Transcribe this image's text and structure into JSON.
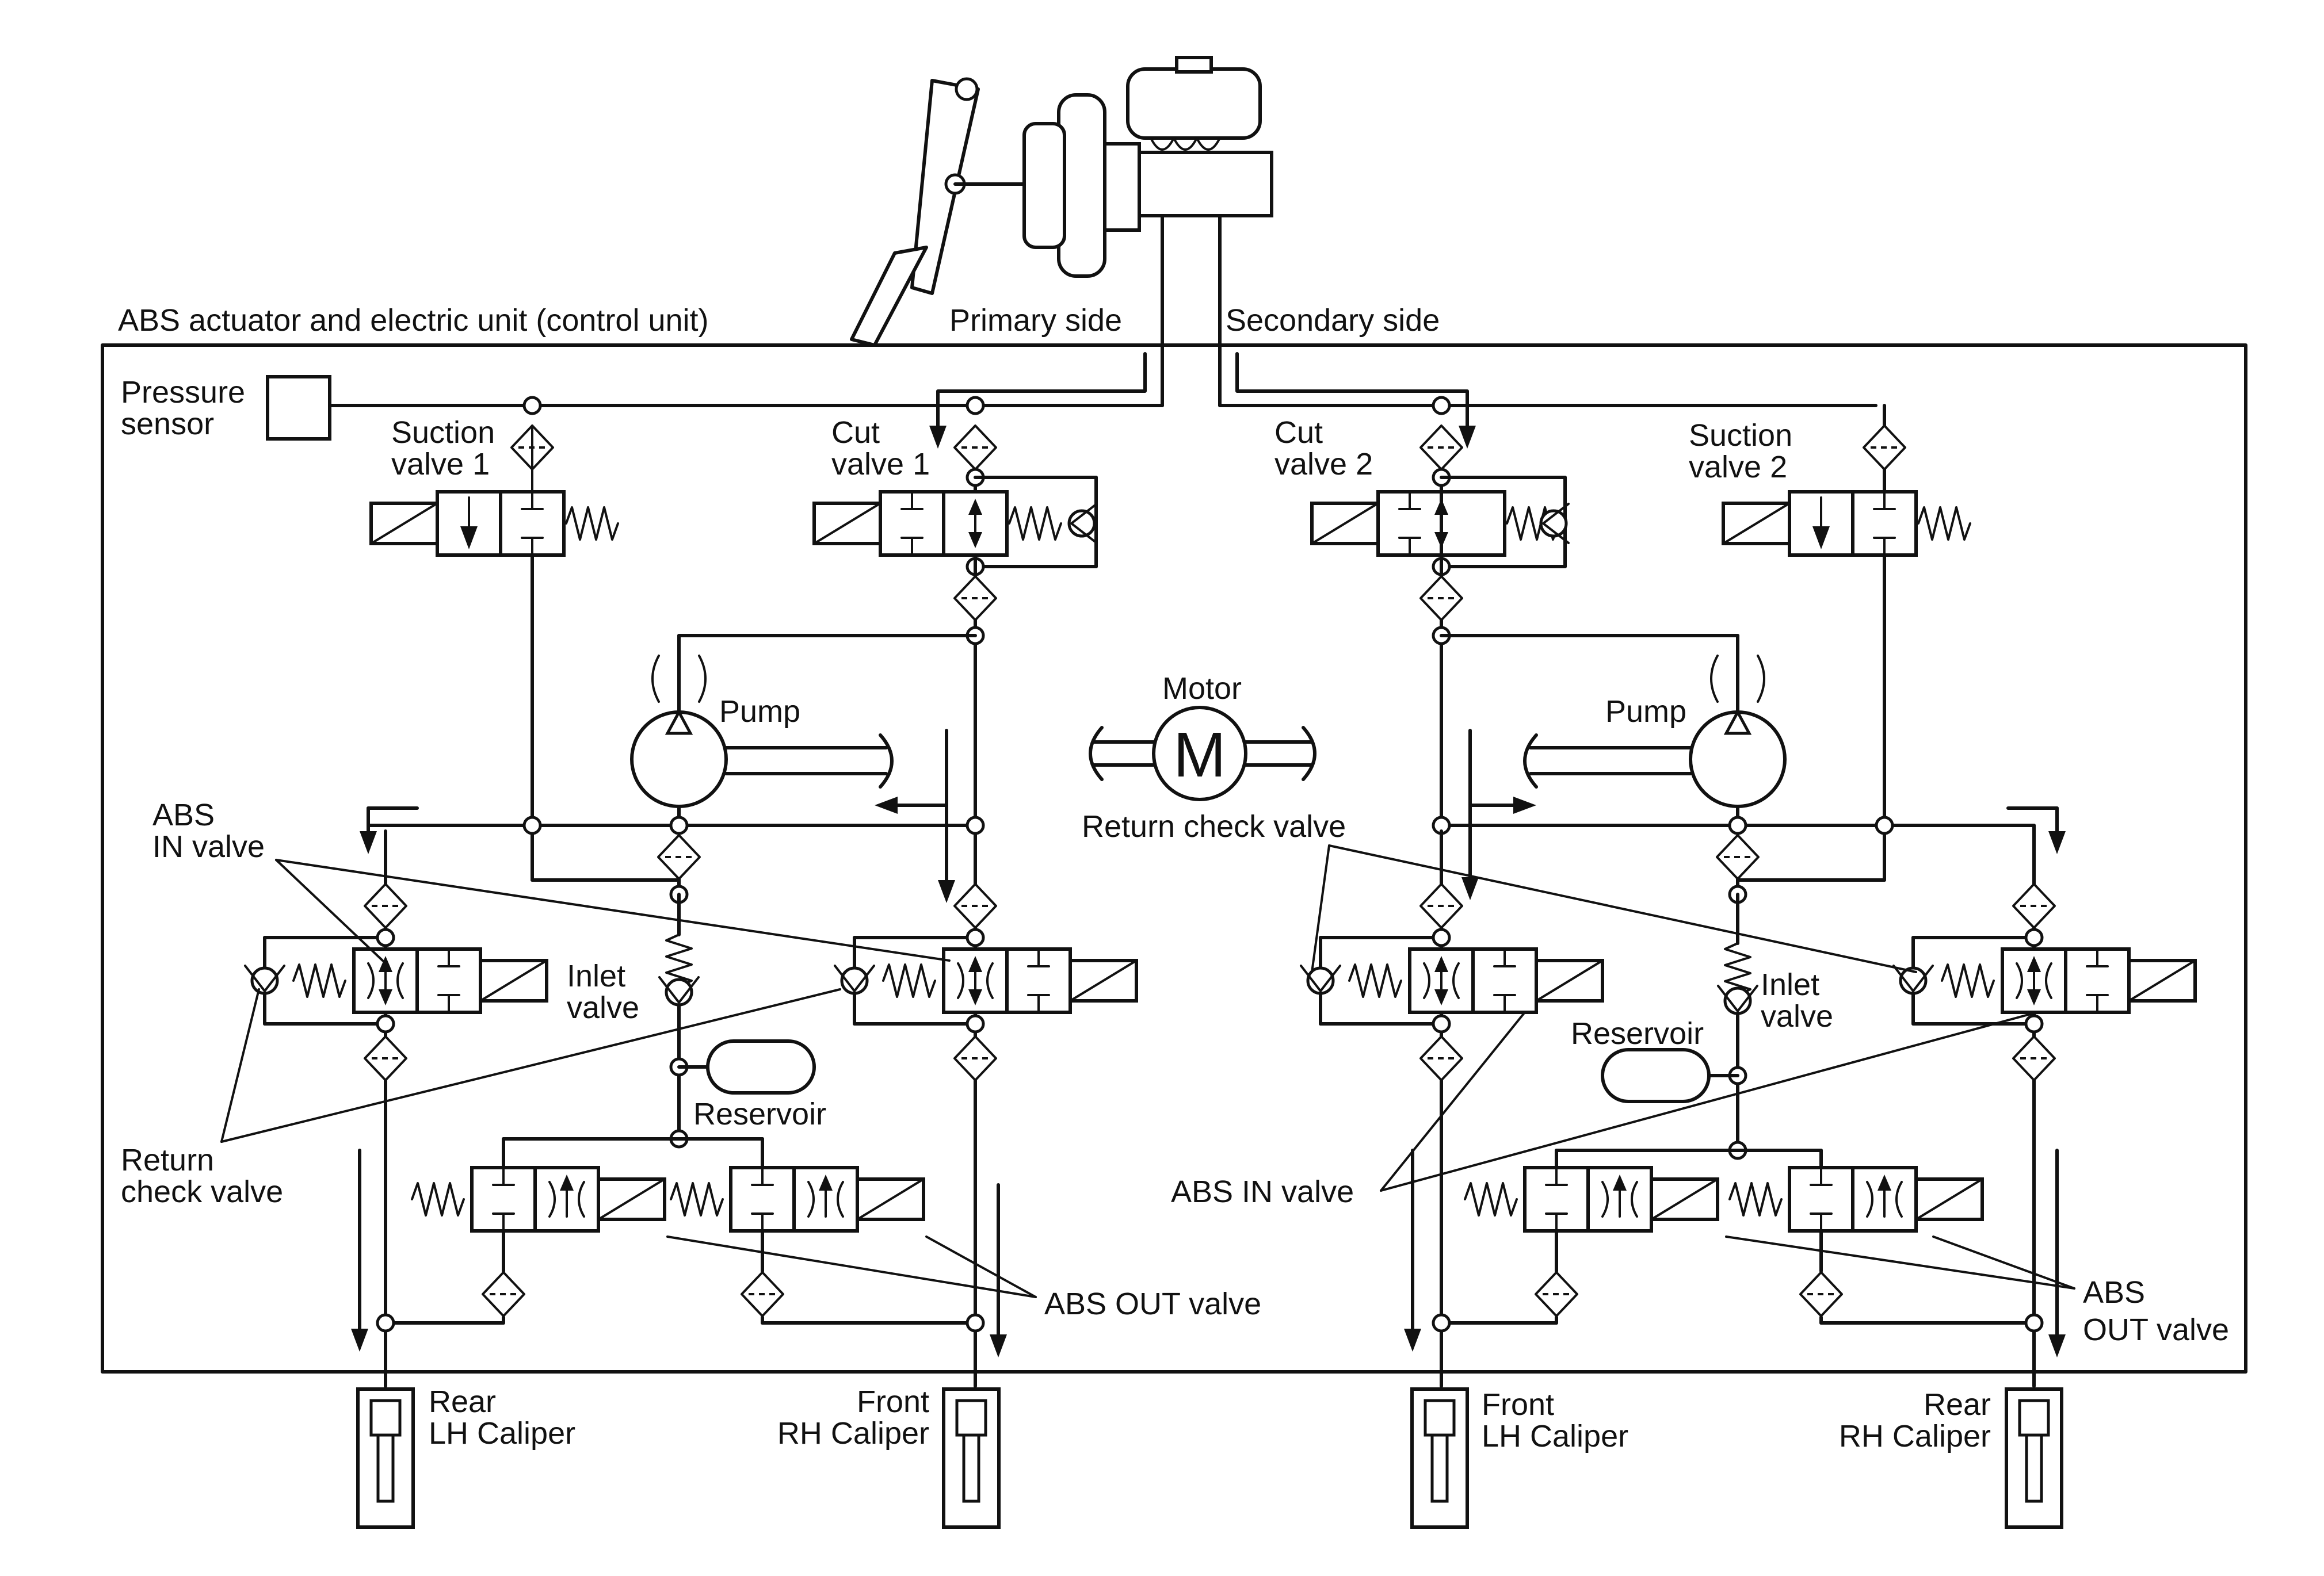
{
  "labels": {
    "unit_title": "ABS actuator and electric unit (control unit)",
    "primary_side": "Primary side",
    "secondary_side": "Secondary side",
    "pressure_sensor_1": "Pressure",
    "pressure_sensor_2": "sensor",
    "suction_valve_1_a": "Suction",
    "suction_valve_1_b": "valve 1",
    "cut_valve_1_a": "Cut",
    "cut_valve_1_b": "valve 1",
    "cut_valve_2_a": "Cut",
    "cut_valve_2_b": "valve 2",
    "suction_valve_2_a": "Suction",
    "suction_valve_2_b": "valve 2",
    "pump_left": "Pump",
    "pump_right": "Pump",
    "motor": "Motor",
    "motor_symbol": "M",
    "return_check_valve_center": "Return check valve",
    "abs_in_valve_left_a": "ABS",
    "abs_in_valve_left_b": "IN valve",
    "inlet_valve_left_a": "Inlet",
    "inlet_valve_left_b": "valve",
    "inlet_valve_right_a": "Inlet",
    "inlet_valve_right_b": "valve",
    "reservoir_left": "Reservoir",
    "reservoir_right": "Reservoir",
    "return_check_valve_left_a": "Return",
    "return_check_valve_left_b": "check valve",
    "abs_in_valve_right": "ABS IN valve",
    "abs_out_valve_left": "ABS OUT valve",
    "abs_out_valve_right_a": "ABS",
    "abs_out_valve_right_b": "OUT valve",
    "rear_lh_a": "Rear",
    "rear_lh_b": "LH Caliper",
    "front_rh_a": "Front",
    "front_rh_b": "RH Caliper",
    "front_lh_a": "Front",
    "front_lh_b": "LH Caliper",
    "rear_rh_a": "Rear",
    "rear_rh_b": "RH Caliper"
  },
  "icons": {
    "filter": "filter-diamond-icon",
    "check_valve": "check-valve-icon",
    "spring": "spring-icon",
    "solenoid": "solenoid-icon",
    "motor": "motor-icon",
    "pump": "pump-icon",
    "caliper": "caliper-icon"
  }
}
